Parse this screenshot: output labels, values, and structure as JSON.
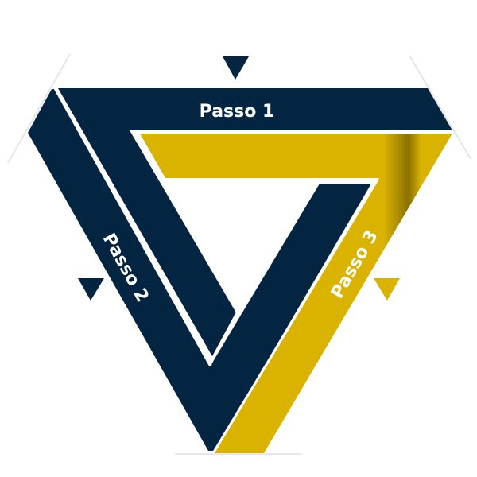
{
  "diagram": {
    "steps": [
      {
        "label": "Passo 1",
        "color": "#032542"
      },
      {
        "label": "Passo 2",
        "color": "#032542"
      },
      {
        "label": "Passo 3",
        "color": "#D9B300"
      }
    ],
    "colors": {
      "navy": "#032542",
      "gold": "#D9B300",
      "background": "#FFFFFF"
    },
    "icons": [
      "triangle-down-navy",
      "triangle-down-navy",
      "triangle-down-gold"
    ]
  }
}
